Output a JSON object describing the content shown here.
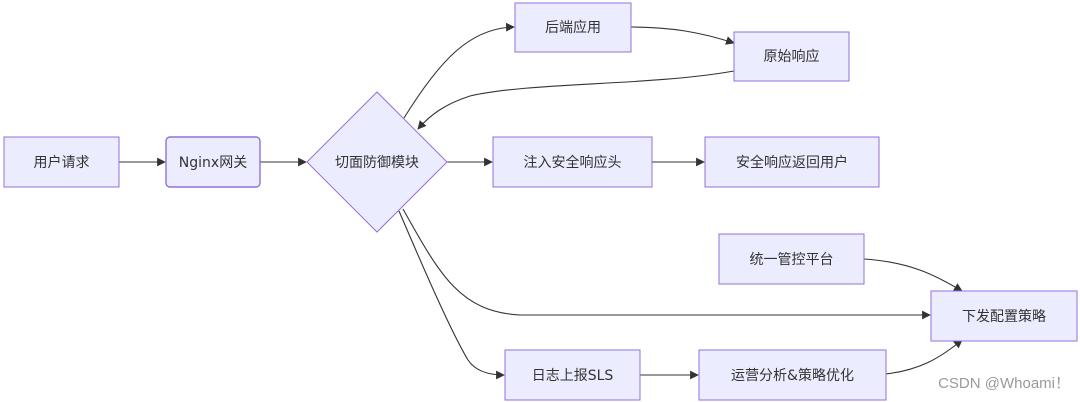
{
  "nodes": {
    "user_request": "用户请求",
    "nginx_gateway": "Nginx网关",
    "aspect_defense": "切面防御模块",
    "backend_app": "后端应用",
    "raw_response": "原始响应",
    "inject_headers": "注入安全响应头",
    "secure_return": "安全响应返回用户",
    "control_platform": "统一管控平台",
    "deliver_policy": "下发配置策略",
    "log_sls": "日志上报SLS",
    "ops_analysis": "运营分析&策略优化"
  },
  "edges": [
    {
      "from": "user_request",
      "to": "nginx_gateway"
    },
    {
      "from": "nginx_gateway",
      "to": "aspect_defense"
    },
    {
      "from": "aspect_defense",
      "to": "backend_app"
    },
    {
      "from": "backend_app",
      "to": "raw_response"
    },
    {
      "from": "raw_response",
      "to": "aspect_defense"
    },
    {
      "from": "aspect_defense",
      "to": "inject_headers"
    },
    {
      "from": "inject_headers",
      "to": "secure_return"
    },
    {
      "from": "control_platform",
      "to": "deliver_policy"
    },
    {
      "from": "aspect_defense",
      "to": "deliver_policy"
    },
    {
      "from": "aspect_defense",
      "to": "log_sls"
    },
    {
      "from": "log_sls",
      "to": "ops_analysis"
    },
    {
      "from": "ops_analysis",
      "to": "deliver_policy"
    }
  ],
  "colors": {
    "node_fill": "#ECECFF",
    "node_stroke": "#9370DB",
    "edge": "#333333",
    "text": "#333333",
    "watermark": "#9a9a9a"
  },
  "watermark": "CSDN @Whoami！"
}
